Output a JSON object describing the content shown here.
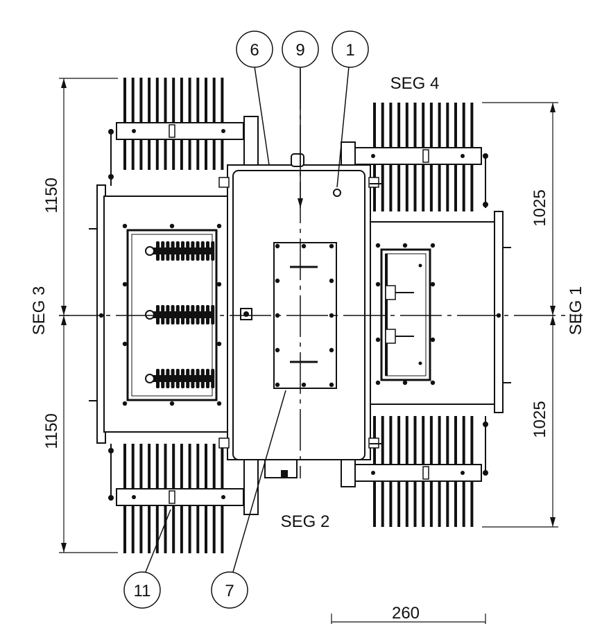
{
  "segments": {
    "seg1": "SEG 1",
    "seg2": "SEG 2",
    "seg3": "SEG 3",
    "seg4": "SEG 4"
  },
  "dimensions": {
    "left_upper": "1150",
    "left_lower": "1150",
    "right_upper": "1025",
    "right_lower": "1025",
    "bottom": "260"
  },
  "callouts": {
    "c6": "6",
    "c9": "9",
    "c1": "1",
    "c11": "11",
    "c7": "7"
  }
}
